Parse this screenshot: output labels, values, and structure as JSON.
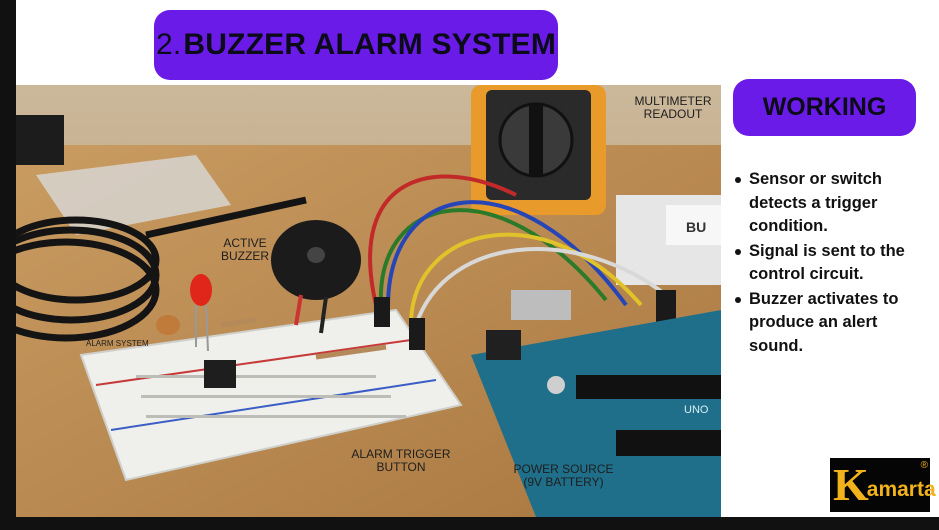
{
  "slide": {
    "title_number": "2.",
    "title_text": "BUZZER ALARM SYSTEM"
  },
  "photo": {
    "labels": {
      "multimeter": "MULTIMETER READOUT",
      "buzzer": "ACTIVE BUZZER",
      "alarm_system": "ALARM SYSTEM",
      "trigger": "ALARM TRIGGER BUTTON",
      "power": "POWER SOURCE (9V BATTERY)",
      "board": "UNO",
      "box_text": "BU"
    }
  },
  "working": {
    "heading": "WORKING",
    "bullets": [
      "Sensor or switch detects a trigger condition.",
      "Signal is sent to the control circuit.",
      "Buzzer activates to produce an alert sound."
    ]
  },
  "logo": {
    "k": "K",
    "text": "amarta",
    "reg": "®"
  },
  "colors": {
    "accent": "#6a1be8",
    "logo_gold": "#f2b21b"
  }
}
